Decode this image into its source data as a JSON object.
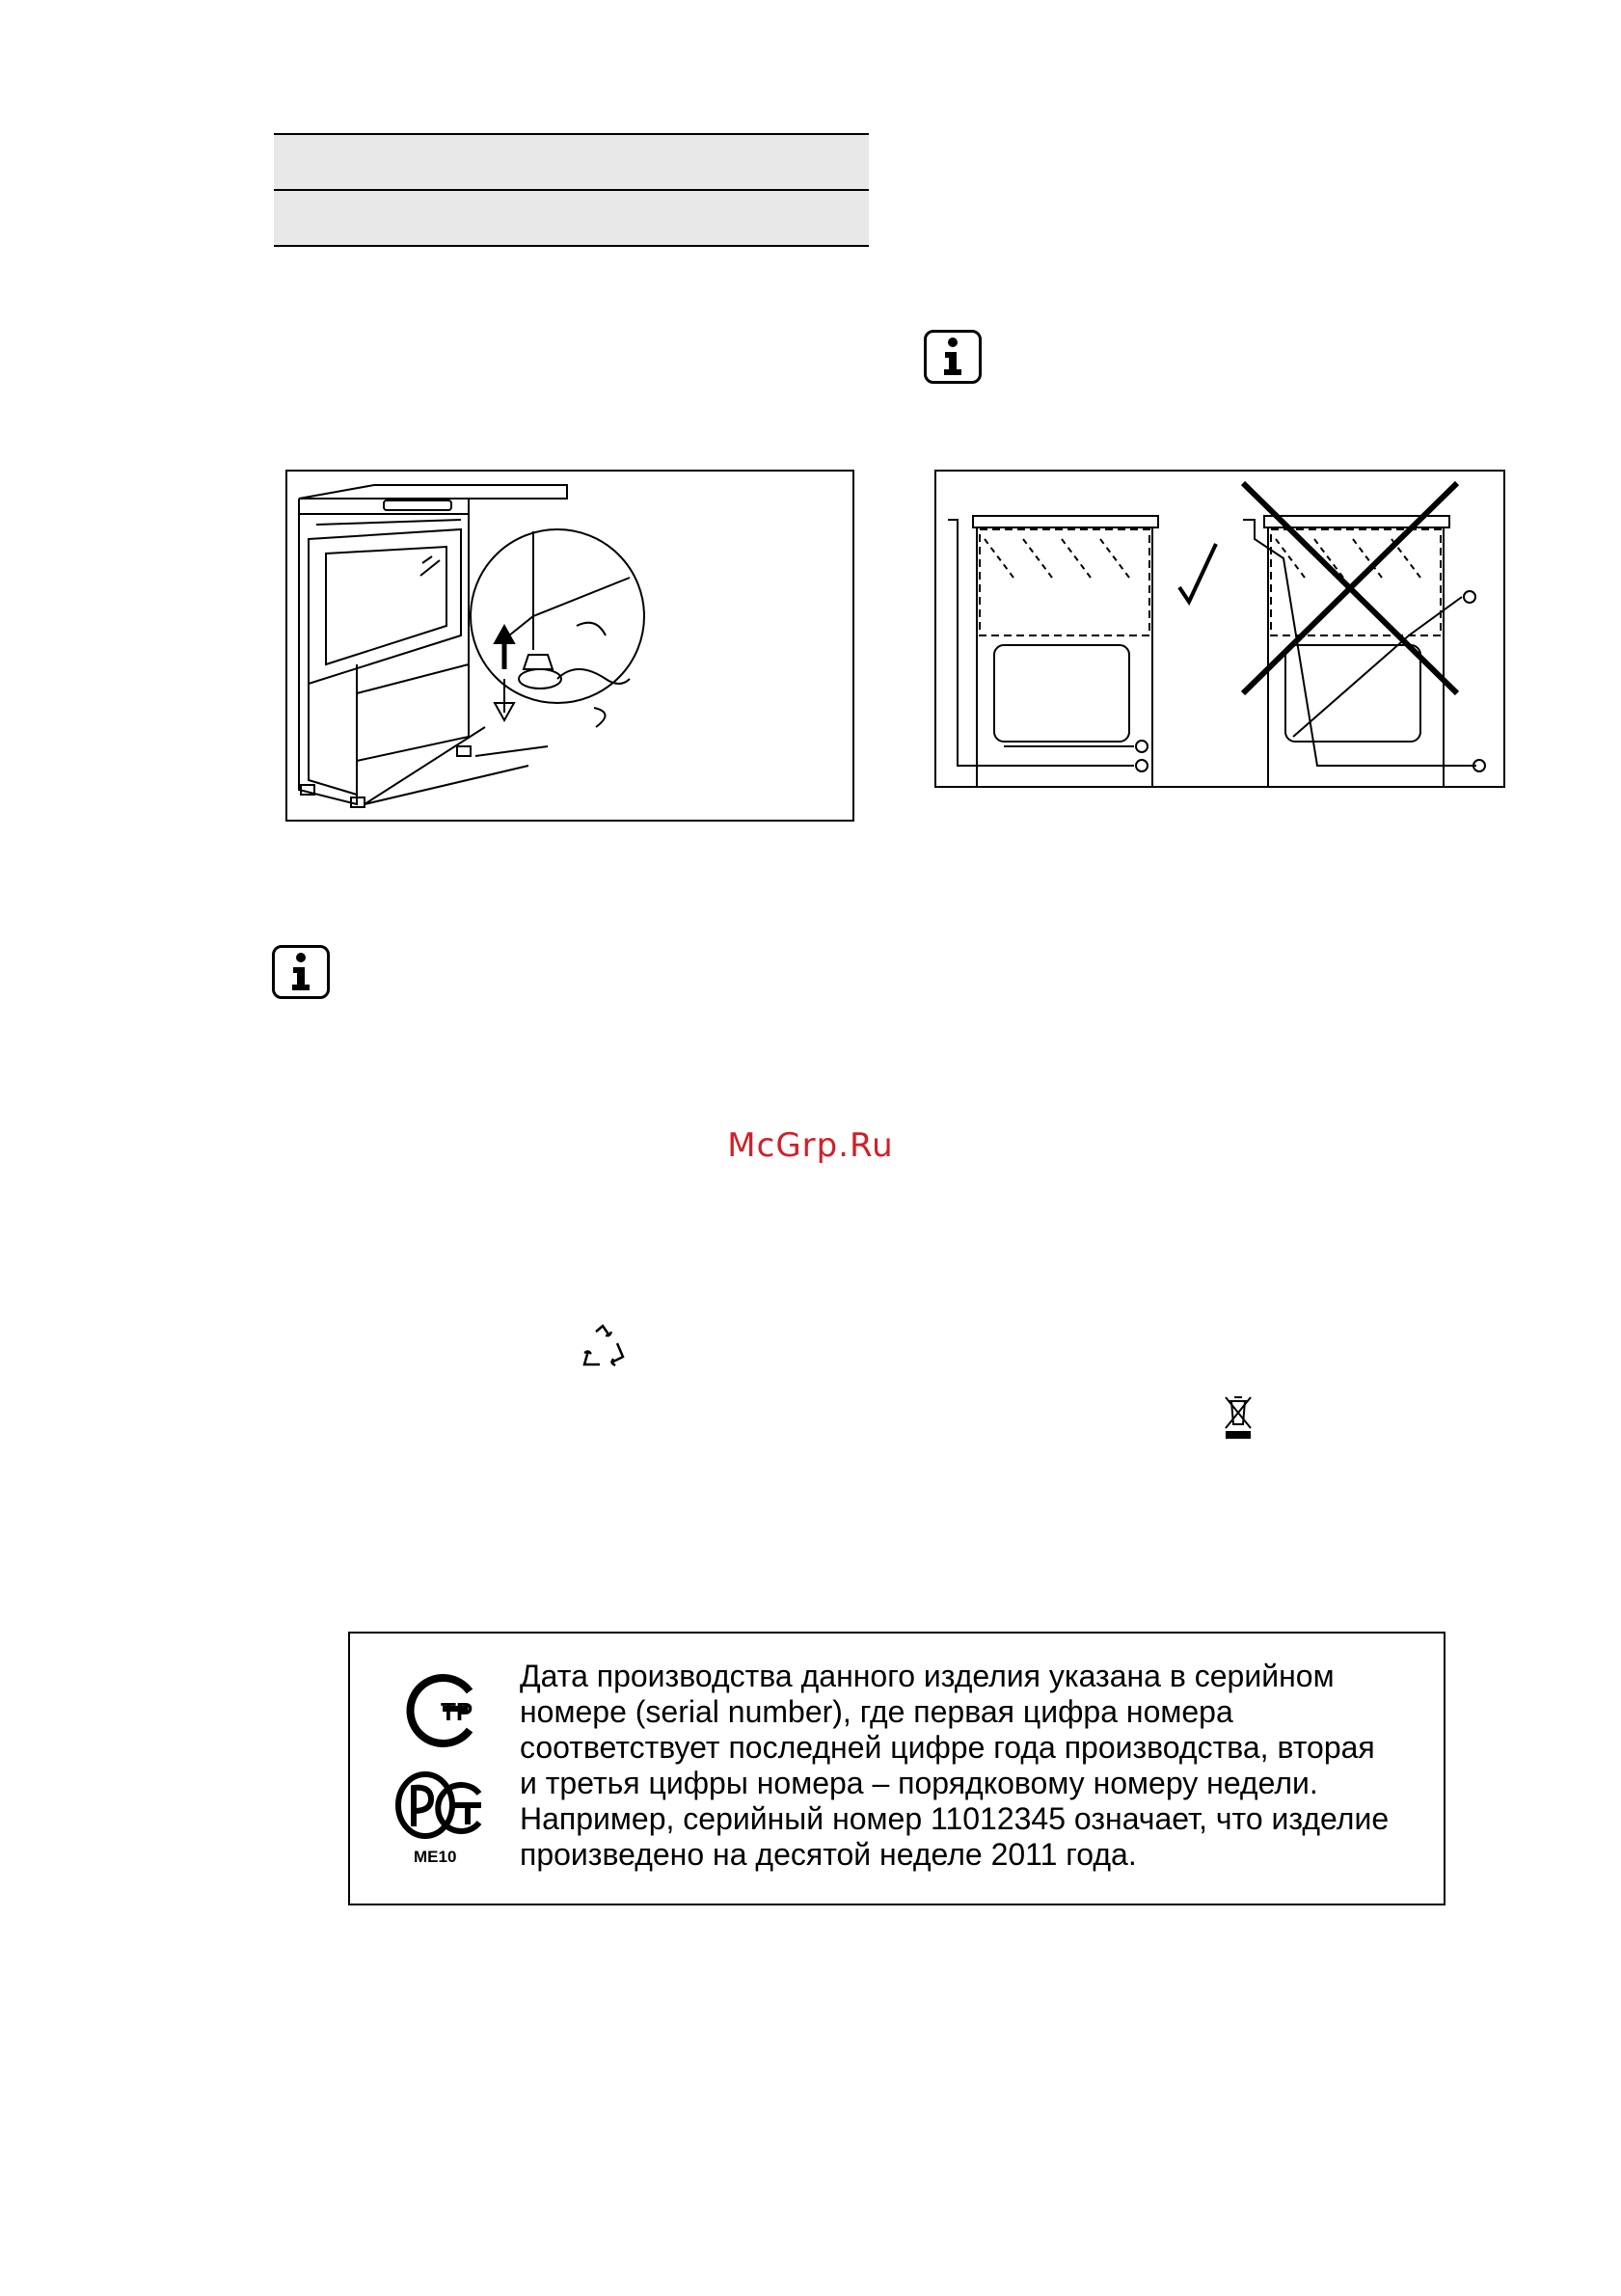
{
  "watermark": "McGrp.Ru",
  "icons": {
    "info_top_right": "info-icon",
    "info_left": "info-icon",
    "recycling": "recycle-icon",
    "weee": "crossed-bin-icon",
    "eac": "eac-tr-mark-icon",
    "rst": "rst-pct-mark-icon"
  },
  "figures": {
    "left": "oven-leveling-feet-figure",
    "right": "oven-cable-routing-figure"
  },
  "notice": {
    "lines": [
      "Дата производства данного изделия указана в серийном",
      "номере (serial number), где первая цифра номера",
      "соответствует последней цифре года производства, вторая",
      "и третья цифры номера – порядковому номеру недели.",
      "Например, серийный номер 11012345 означает, что изделие",
      "произведено на десятой неделе 2011 года."
    ],
    "cert_code": "ME10",
    "cert_mark_tr": "TP"
  },
  "colors": {
    "watermark": "#d0202a",
    "table_shade": "#e8e8e8"
  }
}
